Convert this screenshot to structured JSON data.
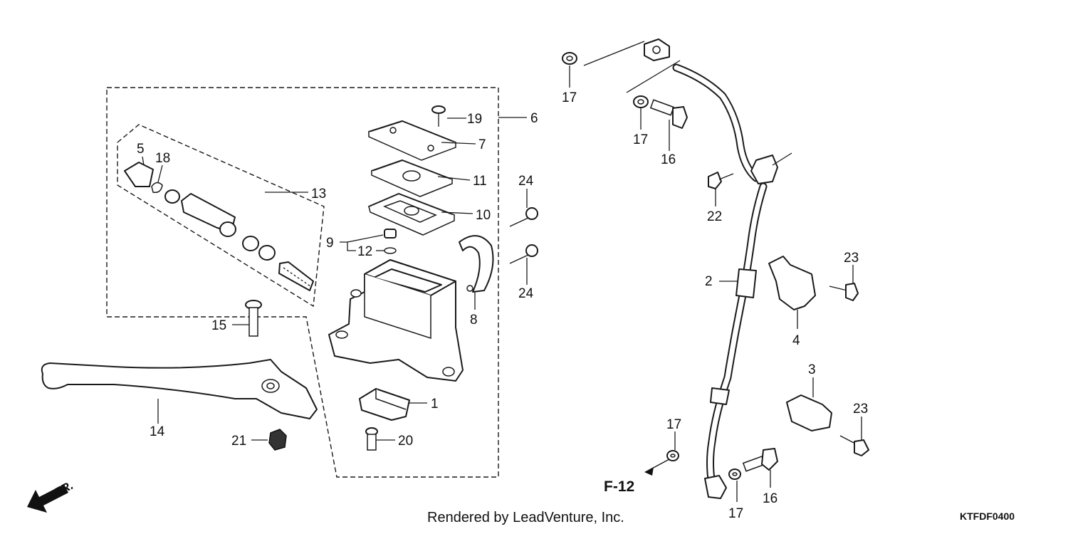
{
  "callouts": {
    "p1": "1",
    "p2": "2",
    "p3": "3",
    "p4": "4",
    "p5": "5",
    "p6": "6",
    "p7": "7",
    "p8": "8",
    "p9": "9",
    "p10": "10",
    "p11": "11",
    "p12": "12",
    "p13": "13",
    "p14": "14",
    "p15": "15",
    "p16a": "16",
    "p16b": "16",
    "p17a": "17",
    "p17b": "17",
    "p17c": "17",
    "p17d": "17",
    "p18": "18",
    "p19": "19",
    "p20": "20",
    "p21": "21",
    "p22": "22",
    "p23a": "23",
    "p23b": "23",
    "p24a": "24",
    "p24b": "24"
  },
  "ref_label": "F-12",
  "front_label": "FR.",
  "credit": "Rendered by LeadVenture, Inc.",
  "diagram_code": "KTFDF0400",
  "icons": {
    "front_arrow": "front-arrow-icon",
    "ref_arrow": "arrow-left-icon"
  }
}
